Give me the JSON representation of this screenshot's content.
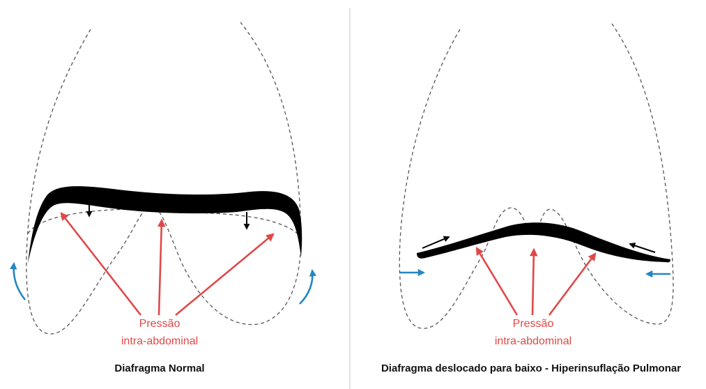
{
  "colors": {
    "pressure": "#e04848",
    "expansion": "#2586c3",
    "diaphragm": "#000000",
    "outline": "#555555"
  },
  "left_panel": {
    "pressure_label_line1": "Pressão",
    "pressure_label_line2": "intra-abdominal",
    "caption": "Diafragma Normal"
  },
  "right_panel": {
    "pressure_label_line1": "Pressão",
    "pressure_label_line2": "intra-abdominal",
    "caption": "Diafragma deslocado para baixo - Hiperinsuflação Pulmonar"
  }
}
